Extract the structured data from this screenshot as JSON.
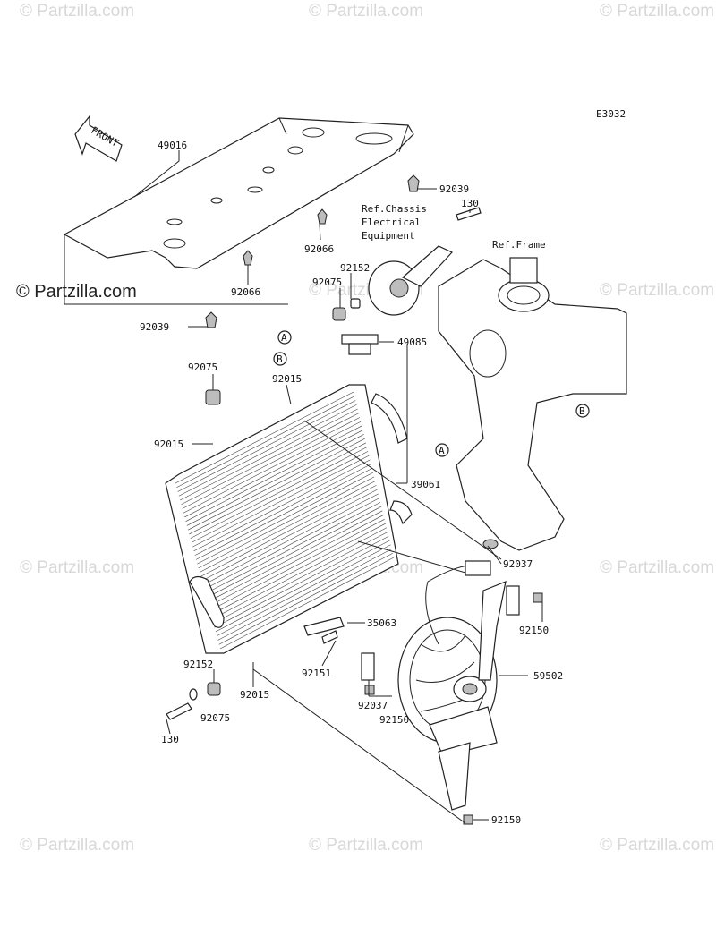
{
  "diagram": {
    "code": "E3032",
    "watermark": "© Partzilla.com",
    "watermark_dark": "© Partzilla.com",
    "front_label": "FRONT",
    "ref_chassis": [
      "Ref.Chassis",
      "Electrical",
      "Equipment"
    ],
    "ref_frame": "Ref.Frame",
    "markers": {
      "a": "A",
      "b": "B"
    },
    "parts": {
      "p49016": "49016",
      "p92039_top": "92039",
      "p92039_left": "92039",
      "p130_top": "130",
      "p130_bottom": "130",
      "p92066_a": "92066",
      "p92066_b": "92066",
      "p92152_top": "92152",
      "p92152_bottom": "92152",
      "p92075_top": "92075",
      "p92075_left": "92075",
      "p92075_bottom": "92075",
      "p49085": "49085",
      "p92015_a": "92015",
      "p92015_b": "92015",
      "p92015_c": "92015",
      "p39061": "39061",
      "p92037_a": "92037",
      "p92037_b": "92037",
      "p92150_a": "92150",
      "p92150_b": "92150",
      "p92150_c": "92150",
      "p35063": "35063",
      "p92151": "92151",
      "p59502": "59502"
    }
  }
}
